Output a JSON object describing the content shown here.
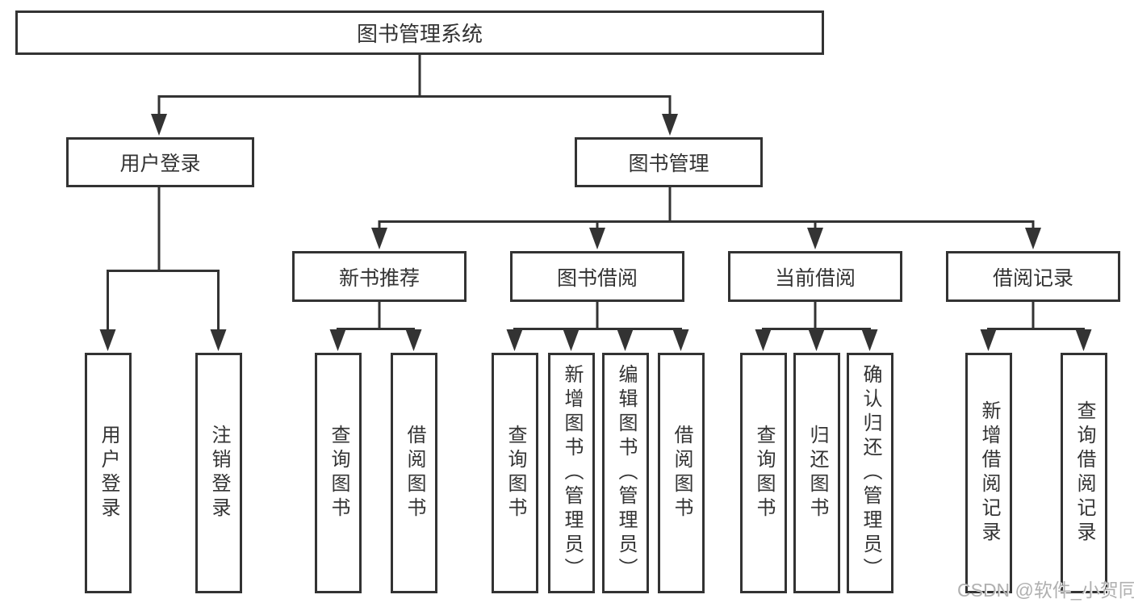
{
  "diagram": {
    "title": "图书管理系统",
    "root": {
      "label": "图书管理系统"
    },
    "level2": [
      {
        "label": "用户登录",
        "parent": "图书管理系统"
      },
      {
        "label": "图书管理",
        "parent": "图书管理系统"
      }
    ],
    "level3": [
      {
        "label": "新书推荐",
        "parent": "图书管理"
      },
      {
        "label": "图书借阅",
        "parent": "图书管理"
      },
      {
        "label": "当前借阅",
        "parent": "图书管理"
      },
      {
        "label": "借阅记录",
        "parent": "图书管理"
      }
    ],
    "leaves": [
      {
        "label": "用户登录",
        "parent": "用户登录"
      },
      {
        "label": "注销登录",
        "parent": "用户登录"
      },
      {
        "label": "查询图书",
        "parent": "新书推荐"
      },
      {
        "label": "借阅图书",
        "parent": "新书推荐"
      },
      {
        "label": "查询图书",
        "parent": "图书借阅"
      },
      {
        "label": "新增图书（管理员）",
        "parent": "图书借阅"
      },
      {
        "label": "编辑图书（管理员）",
        "parent": "图书借阅"
      },
      {
        "label": "借阅图书",
        "parent": "图书借阅"
      },
      {
        "label": "查询图书",
        "parent": "当前借阅"
      },
      {
        "label": "归还图书",
        "parent": "当前借阅"
      },
      {
        "label": "确认归还（管理员）",
        "parent": "当前借阅"
      },
      {
        "label": "新增借阅记录",
        "parent": "借阅记录"
      },
      {
        "label": "查询借阅记录",
        "parent": "借阅记录"
      }
    ]
  },
  "watermark": {
    "text": "CSDN @软件_小贺同学"
  },
  "colors": {
    "line": "#333333",
    "text": "#333333",
    "box_background": "#ffffff",
    "page_background": "#ffffff",
    "watermark": "#b0b0b0"
  }
}
